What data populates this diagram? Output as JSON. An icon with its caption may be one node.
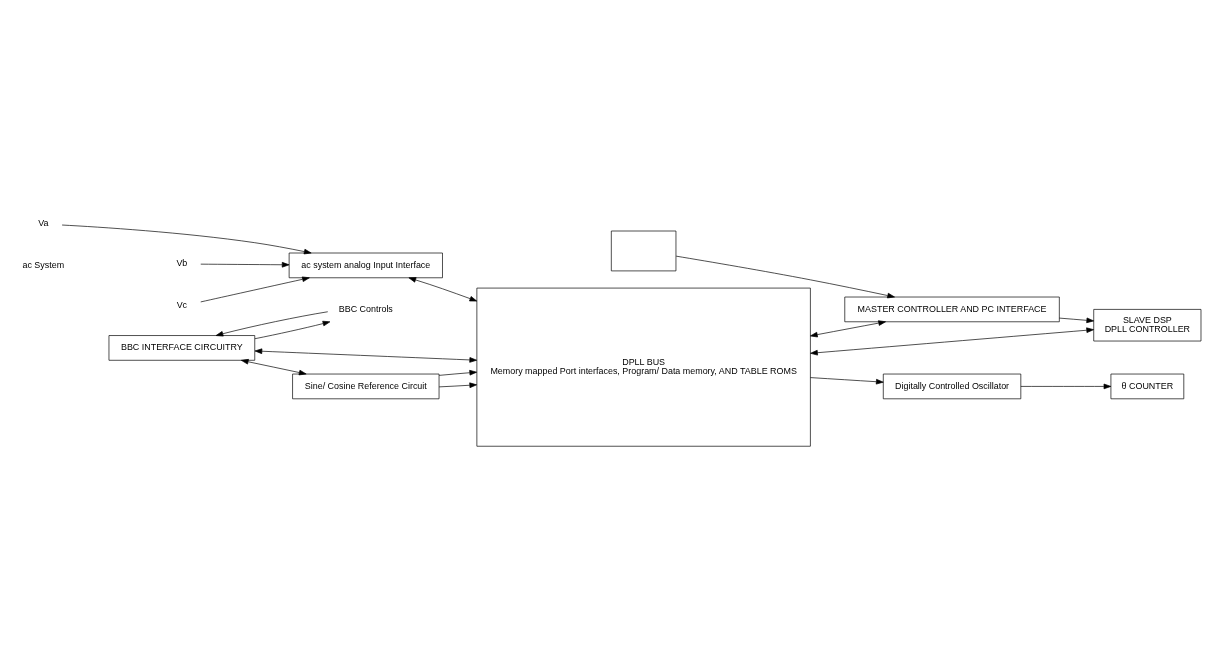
{
  "diagram": {
    "nodes": [
      {
        "text": [
          "Va"
        ]
      },
      {
        "text": [
          "Vb"
        ]
      },
      {
        "text": [
          "Vc"
        ]
      },
      {
        "text": [
          "ac system analog Input Interface"
        ]
      },
      {
        "text": [
          "BBC Controls"
        ]
      },
      {
        "text": [
          "BBC INTERFACE CIRCUITRY"
        ]
      },
      {
        "text": [
          "DPLL BUS",
          "Memory mapped Port interfaces, Program/ Data memory, AND TABLE ROMS"
        ]
      },
      {
        "text": [],
        "shape": "box"
      },
      {
        "text": [
          "MASTER CONTROLLER AND PC INTERFACE"
        ]
      },
      {
        "text": [
          "θ COUNTER"
        ]
      },
      {
        "text": [
          "Digitally Controlled Oscillator"
        ]
      },
      {
        "text": [
          "Sine/ Cosine Reference Circuit"
        ]
      },
      {
        "text": [
          "SLAVE DSP",
          "DPLL CONTROLLER"
        ]
      }
    ],
    "edges": [
      {
        "from": 0,
        "to": 3,
        "arrow": "to"
      },
      {
        "from": 1,
        "to": 3,
        "arrow": "to"
      },
      {
        "from": 2,
        "to": 3,
        "arrow": "to"
      },
      {
        "from": 3,
        "to": 6,
        "arrow": "both"
      },
      {
        "from": 4,
        "to": 5,
        "arrow": "to"
      },
      {
        "from": 5,
        "to": 4,
        "arrow": "to"
      },
      {
        "from": 5,
        "to": 6,
        "arrow": "both"
      },
      {
        "from": 5,
        "to": 11,
        "arrow": "both"
      },
      {
        "from": 6,
        "to": 10,
        "arrow": "to"
      },
      {
        "from": 10,
        "to": 9,
        "arrow": "to"
      },
      {
        "from": 11,
        "to": 6,
        "arrow": "to"
      },
      {
        "from": 11,
        "to": 6,
        "arrow": "to"
      },
      {
        "from": 6,
        "to": 8,
        "arrow": "both"
      },
      {
        "from": 7,
        "to": 8,
        "arrow": "to"
      },
      {
        "from": 8,
        "to": 12,
        "arrow": "to"
      },
      {
        "from": 6,
        "to": 12,
        "arrow": "both"
      }
    ],
    "labels": [
      "ac System"
    ]
  }
}
